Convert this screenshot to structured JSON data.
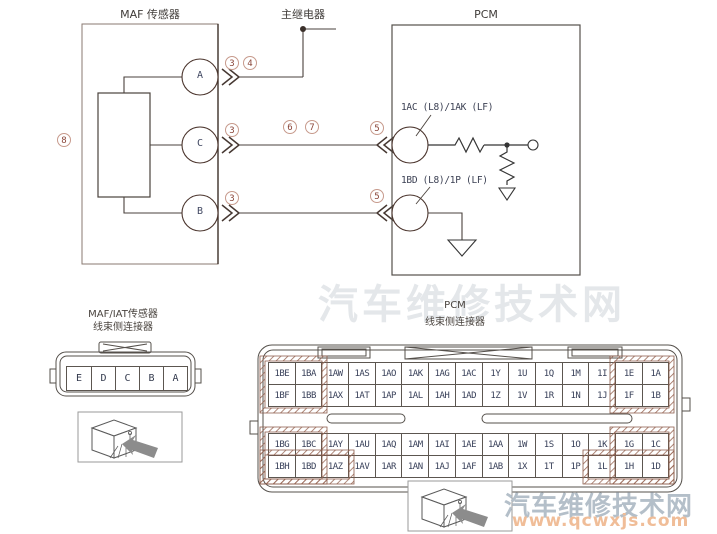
{
  "schematic": {
    "maf_label": "MAF 传感器",
    "relay_label": "主继电器",
    "pcm_label": "PCM",
    "pin_a": "A",
    "pin_c": "C",
    "pin_b": "B",
    "pcm_pin_top_label": "1AC (L8)/1AK (LF)",
    "pcm_pin_bottom_label": "1BD (L8)/1P (LF)",
    "callouts": {
      "left8": "8",
      "a3": "3",
      "a4": "4",
      "c3": "3",
      "m6": "6",
      "m7": "7",
      "top5": "5",
      "b3": "3",
      "bottom5": "5"
    }
  },
  "maf_connector": {
    "title1": "MAF/IAT传感器",
    "title2": "线束侧连接器",
    "pins": [
      "E",
      "D",
      "C",
      "B",
      "A"
    ]
  },
  "pcm_connector": {
    "title1": "PCM",
    "title2": "线束侧连接器",
    "rows": [
      [
        "1BE",
        "1BA",
        "1AW",
        "1AS",
        "1AO",
        "1AK",
        "1AG",
        "1AC",
        "1Y",
        "1U",
        "1Q",
        "1M",
        "1I",
        "1E",
        "1A"
      ],
      [
        "1BF",
        "1BB",
        "1AX",
        "1AT",
        "1AP",
        "1AL",
        "1AH",
        "1AD",
        "1Z",
        "1V",
        "1R",
        "1N",
        "1J",
        "1F",
        "1B"
      ],
      [
        "1BG",
        "1BC",
        "1AY",
        "1AU",
        "1AQ",
        "1AM",
        "1AI",
        "1AE",
        "1AA",
        "1W",
        "1S",
        "1O",
        "1K",
        "1G",
        "1C"
      ],
      [
        "1BH",
        "1BD",
        "1AZ",
        "1AV",
        "1AR",
        "1AN",
        "1AJ",
        "1AF",
        "1AB",
        "1X",
        "1T",
        "1P",
        "1L",
        "1H",
        "1D"
      ]
    ]
  },
  "watermark": {
    "name": "汽车维修技术网",
    "url": "www.qcwxjs.com",
    "name_color": "#b4bfc9",
    "url_color": "#f0bd98"
  },
  "colors": {
    "wire": "#4a423c",
    "callout": "#8a4538",
    "hatch": "#9a6a58"
  }
}
